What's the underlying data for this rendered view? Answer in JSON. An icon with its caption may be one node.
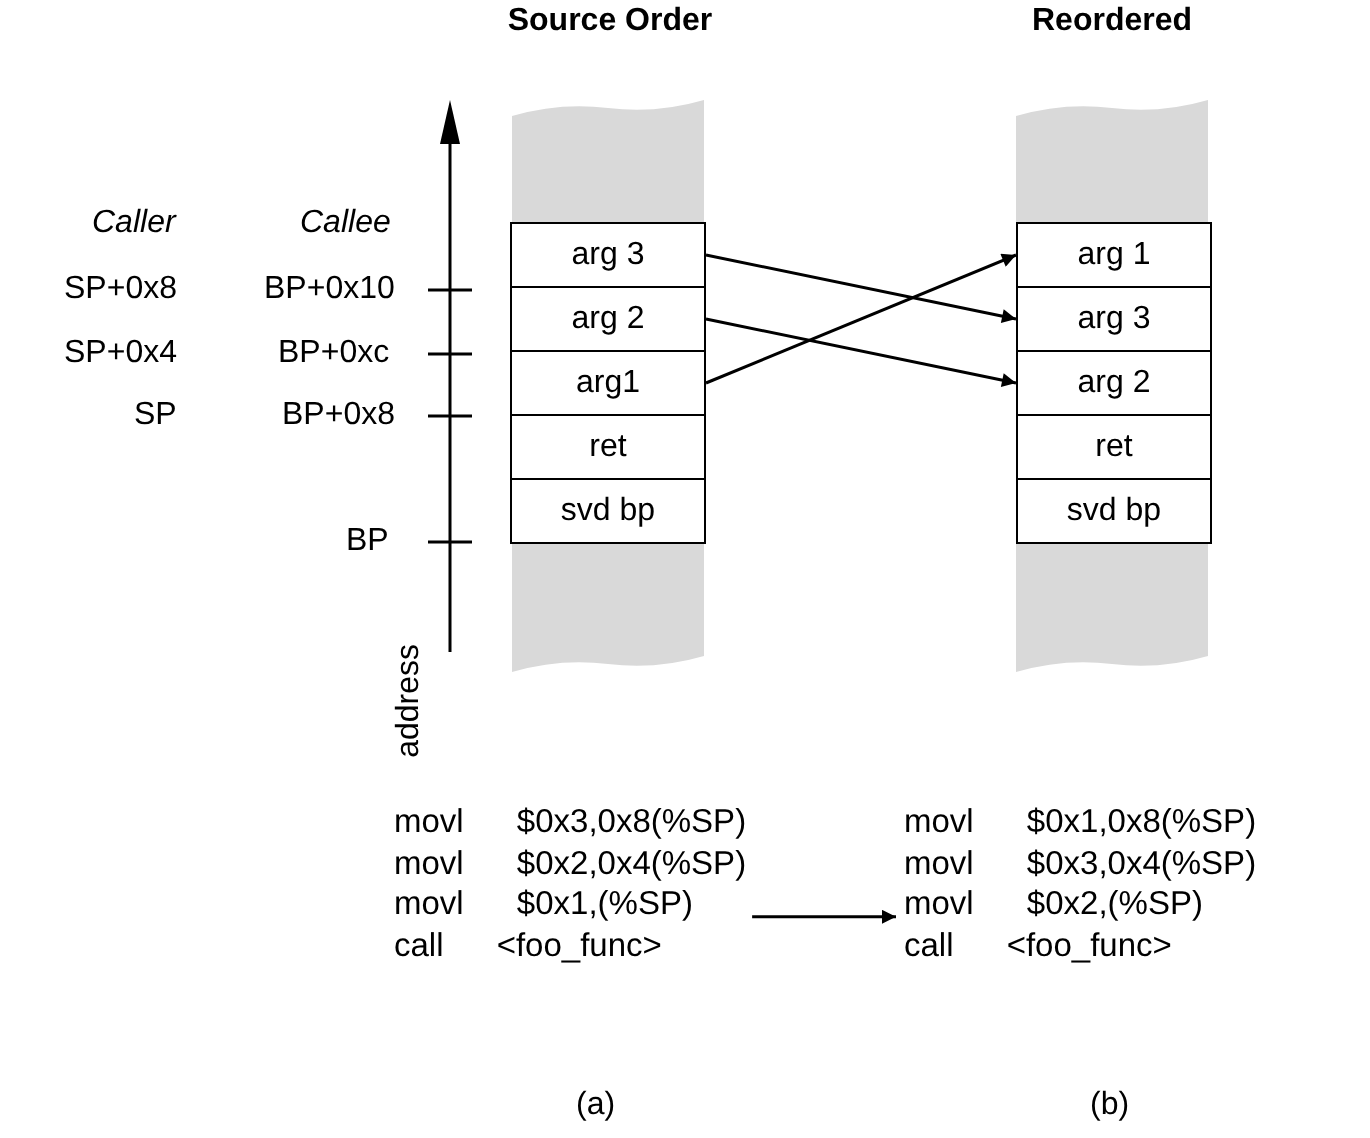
{
  "diagram": {
    "nodes": [
      {
        "text": [
          "Source Order"
        ]
      },
      {
        "text": [
          "arg 3"
        ],
        "in": 0
      },
      {
        "text": [
          "arg 2"
        ],
        "in": 0
      },
      {
        "text": [
          "arg1"
        ],
        "in": 0
      },
      {
        "text": [
          "ret"
        ],
        "in": 0
      },
      {
        "text": [
          "svd bp"
        ],
        "in": 0
      },
      {
        "text": [
          "Reordered"
        ]
      },
      {
        "text": [
          "arg 1"
        ],
        "in": 6
      },
      {
        "text": [
          "arg 3"
        ],
        "in": 6
      },
      {
        "text": [
          "arg 2"
        ],
        "in": 6
      },
      {
        "text": [
          "ret"
        ],
        "in": 6
      },
      {
        "text": [
          "svd bp"
        ],
        "in": 6
      },
      {
        "text": [
          "movl $0x3,0x8(%SP)",
          "movl $0x2,0x4(%SP)",
          "movl $0x1,(%SP)",
          "call <foo_func>"
        ]
      },
      {
        "text": [
          "movl $0x1,0x8(%SP)",
          "movl $0x3,0x4(%SP)",
          "movl $0x2,(%SP)",
          "call <foo_func>"
        ]
      }
    ],
    "edges": [
      {
        "from": 1,
        "to": 8,
        "arrow": "to"
      },
      {
        "from": 2,
        "to": 9,
        "arrow": "to"
      },
      {
        "from": 3,
        "to": 7,
        "arrow": "to"
      },
      {
        "from": 12,
        "to": 13,
        "arrow": "to"
      }
    ],
    "labels": [
      "Caller",
      "Callee",
      "SP+0x8",
      "BP+0x10",
      "SP+0x4",
      "BP+0xc",
      "SP",
      "BP+0x8",
      "BP",
      "address",
      "(a)",
      "(b)"
    ]
  }
}
